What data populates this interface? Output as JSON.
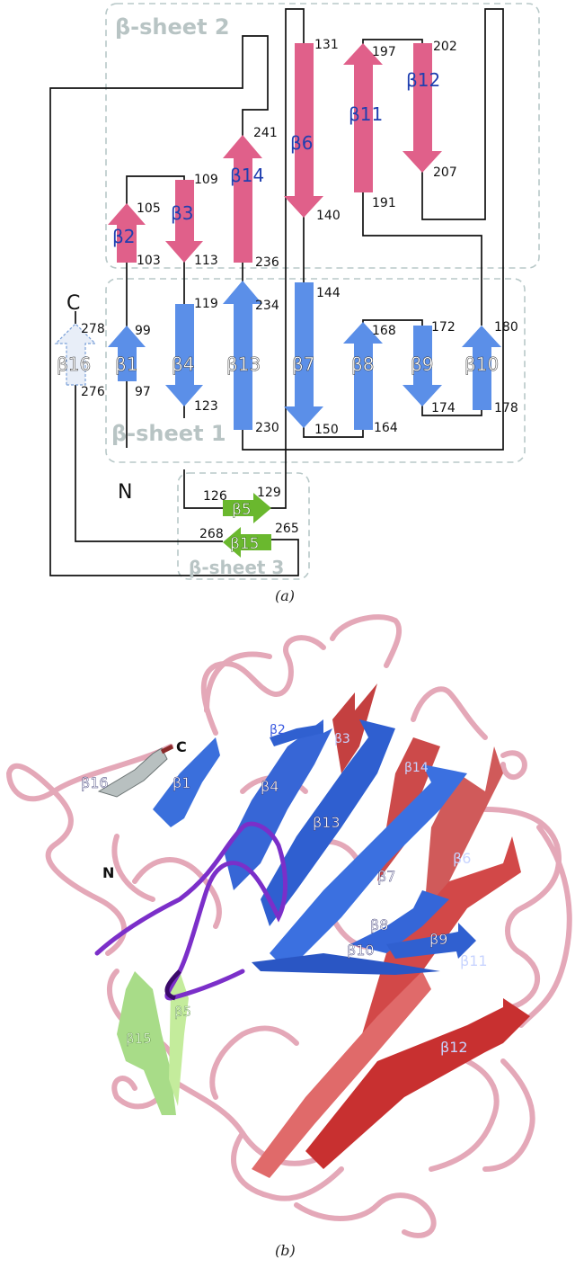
{
  "panel_a": {
    "caption": "(a)",
    "sheet_labels": {
      "sheet2": "β-sheet 2",
      "sheet1": "β-sheet 1",
      "sheet3": "β-sheet 3"
    },
    "termini": {
      "n": "N",
      "c": "C"
    },
    "strands": {
      "b1": "β1",
      "b2": "β2",
      "b3": "β3",
      "b4": "β4",
      "b5": "β5",
      "b6": "β6",
      "b7": "β7",
      "b8": "β8",
      "b9": "β9",
      "b10": "β10",
      "b11": "β11",
      "b12": "β12",
      "b13": "β13",
      "b14": "β14",
      "b15": "β15",
      "b16": "β16"
    },
    "residues": {
      "r97": "97",
      "r99": "99",
      "r103": "103",
      "r105": "105",
      "r109": "109",
      "r113": "113",
      "r119": "119",
      "r123": "123",
      "r126": "126",
      "r129": "129",
      "r131": "131",
      "r140": "140",
      "r144": "144",
      "r150": "150",
      "r164": "164",
      "r168": "168",
      "r172": "172",
      "r174": "174",
      "r178": "178",
      "r180": "180",
      "r191": "191",
      "r197": "197",
      "r202": "202",
      "r207": "207",
      "r230": "230",
      "r234": "234",
      "r236": "236",
      "r241": "241",
      "r265": "265",
      "r268": "268",
      "r276": "276",
      "r278": "278"
    },
    "colors": {
      "sheet1": "#5b8fe8",
      "sheet2": "#e0608a",
      "sheet3": "#6ab82e",
      "b16": "#e8eef8"
    }
  },
  "panel_b": {
    "caption": "(b)",
    "termini": {
      "n": "N",
      "c": "C"
    },
    "strands": {
      "b1": "β1",
      "b2": "β2",
      "b3": "β3",
      "b4": "β4",
      "b5": "β5",
      "b6": "β6",
      "b7": "β7",
      "b8": "β8",
      "b9": "β9",
      "b10": "β10",
      "b11": "β11",
      "b12": "β12",
      "b13": "β13",
      "b14": "β14",
      "b15": "β15",
      "b16": "β16"
    },
    "colors": {
      "coil": "#e4a8b8",
      "loop_highlight": "#7b2fc9",
      "blue_sheet": "#3a6fdc",
      "red_sheet": "#d43a3a",
      "green_sheet": "#a8dc88"
    }
  }
}
